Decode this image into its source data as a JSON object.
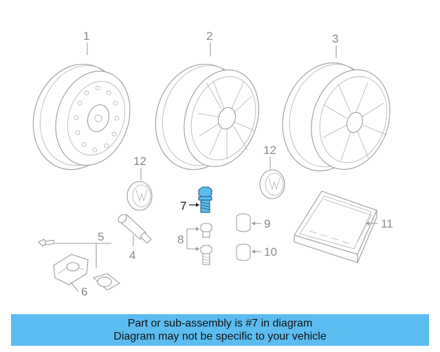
{
  "callouts": {
    "c1": "1",
    "c2": "2",
    "c3": "3",
    "c4": "4",
    "c5": "5",
    "c6": "6",
    "c7": "7",
    "c8": "8",
    "c9": "9",
    "c10": "10",
    "c11": "11",
    "c12a": "12",
    "c12b": "12"
  },
  "highlight": {
    "part": "7",
    "color": "#5bbcf0"
  },
  "banner": {
    "line1": "Part or sub-assembly is #7 in diagram",
    "line2": "Diagram may not be specific to your vehicle",
    "color": "#5bbcf0"
  }
}
